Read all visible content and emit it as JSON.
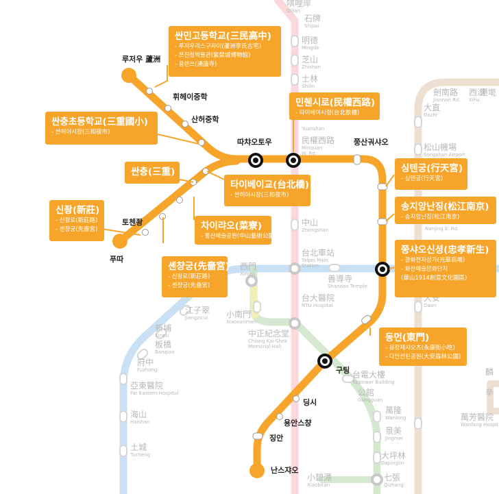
{
  "colors": {
    "circular_line": "#f6a52a",
    "red_line": "#f5b8bf",
    "blue_line": "#bcd8f2",
    "green_line": "#c9e3c3",
    "brown_line": "#e5d2bd",
    "yellow_line": "#f4f0b5",
    "transfer_station": "#111111"
  },
  "stations": {
    "luzhou": "루저우 蘆洲",
    "sanminhighschool": "휘헤이중학",
    "sanhezhongxue": "산허중학",
    "daqiaotou": "따챠오토우",
    "minquanwest": "",
    "zhongshanguoxiao": "쭝산궈샤오",
    "xingtiangong": "",
    "songjiang": "",
    "zhongxiaoxinsheng": "",
    "dongmen": "",
    "guting": "구팅",
    "dingxi": "딩시",
    "yonganshichang": "용안스챵",
    "jingan": "징안",
    "nanshijiao": "난스쟈오",
    "sanchong": "",
    "xianseguong": "",
    "touqianzhuang": "토첸좡",
    "fuda": "푸따",
    "cailiao": "",
    "xinzhuang": ""
  },
  "background_labels": {
    "qilian": "唭哩岸\nQilian",
    "shipai": "石牌\nShipai",
    "mingde": "明德\nMingde",
    "zhishan": "芝山\nZhishan",
    "shilin": "士林\nShilin",
    "jiannan": "劍南路\nJiannan Rd.",
    "xihu": "西湖\nXihu",
    "gangqian": "港墘",
    "dazhi": "大直\nDazhi",
    "yuanshan": "Yuanshan",
    "minquan": "民權西路\nMinquan\nW. Rd.",
    "songshan_airport": "松山機場\nSongshan Airport",
    "nanjing": "Nanjing E. Rd.",
    "zhongshan": "中山\nZhongshan",
    "taipei_main": "台北車站\nTaipei Main\nStation",
    "ximen": "西門\nXimen",
    "shandao": "善導寺\nShandao Temple",
    "ntuh": "台大醫院\nNTU Hospital",
    "jiangzicui": "江子翠\nJiangzicui",
    "xiaonanmen": "小南門\nXiaonanmen",
    "xinpu": "新埔\nXinpu",
    "cks": "中正紀念堂\nChiang Kai-Shek\nMemorial Hall",
    "banqiao": "板橋\nBanqiao",
    "fuzhong": "府中\nFuzhong",
    "far_eastern": "亞東醫院\nFar Eastern Hospital",
    "haishan": "海山\nHaishan",
    "tucheng": "土城\nTucheng",
    "daan": "大安\nDaan",
    "taipower": "台電大樓\nTaipower Building",
    "gongguan": "公館\nGongguan",
    "wanlong": "萬隆\nWanlong",
    "jingmei": "景美\nJingmei",
    "dapinglin": "大坪林\nDapinglin",
    "xiaobitan": "小碧潭\nXiaobitan",
    "qizhang": "七張\nQizhang",
    "wanfang": "萬芳醫院\nWanfang Hospital",
    "linguang": "麟",
    "xinhai": "辛"
  },
  "callouts": {
    "sanmin": {
      "title": "싼민고등학교(三民高中)",
      "items": [
        "- 루저우리스구자이(蘆洲李氏古宅)",
        "- 쯔진청박물관(紫禁城博物館)",
        "- 용렌쓰(湧蓮寺)"
      ]
    },
    "sanchong_elem": {
      "title": "싼충초등학교(三重國小)",
      "items": [
        "- 싼허야시장(三和夜市)"
      ]
    },
    "minquan": {
      "title": "민췐시로(民權西路)",
      "items": [
        "- 타이베이시령(台北飲櫃)"
      ]
    },
    "sanchong": {
      "title": "싼충(三重)",
      "items": []
    },
    "taipei_bridge": {
      "title": "타이베이교(台北橋)",
      "items": [
        "- 싼허야시장(三和夜市)"
      ]
    },
    "xingtian": {
      "title": "싱텐궁(行天宮)",
      "items": [
        "- 싱텐궁(行天宮)"
      ]
    },
    "songjiang": {
      "title": "송지앙난징(松江南京)",
      "items": [
        "- 송지앙난징(松江南京)"
      ]
    },
    "xinzhuang": {
      "title": "신좡(新莊)",
      "items": [
        "- 신좡로(新莊路)",
        "- 셴쟝궁(先嗇宮)"
      ]
    },
    "cailiao": {
      "title": "차이랴오(菜寮)",
      "items": [
        "- 쭝산예술공원(中山藝術公園)"
      ]
    },
    "zhongxiao": {
      "title": "쭝샤오신셩(忠孝新生)",
      "items": [
        "- 광화전자상가(光華商場)",
        "- 화산예술문화단지",
        "(華山1914創意文化園區)"
      ]
    },
    "xianse": {
      "title": "셴챵궁(先嗇宮)",
      "items": [
        "- 신좡로(新莊路)",
        "- 셴쟝궁(先嗇宮)"
      ]
    },
    "dongmen": {
      "title": "동먼(東門)",
      "items": [
        "- 용캉제샤오츠(永康街小吃)",
        "- 다안선린공원(大安森林公園)"
      ]
    }
  }
}
